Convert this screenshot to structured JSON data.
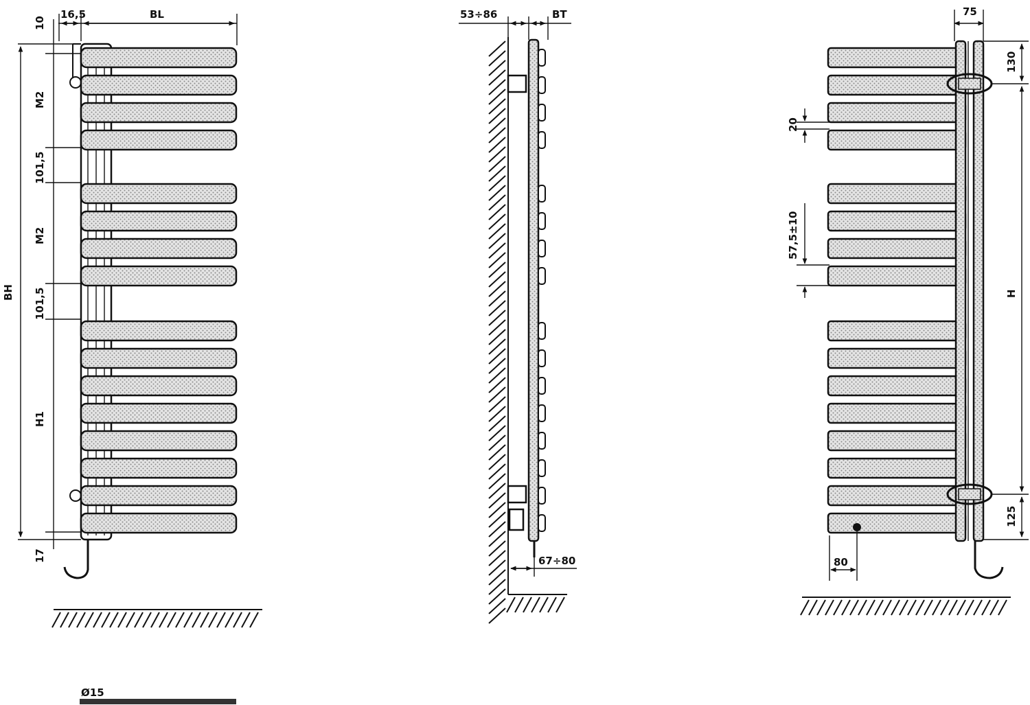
{
  "title": "",
  "front_view": {
    "dims": {
      "d10": "10",
      "d16_5": "16,5",
      "bl": "BL",
      "m2_top": "M2",
      "d101_top": "101,5",
      "m2_mid": "M2",
      "bh": "BH",
      "d101_bot": "101,5",
      "h1": "H1",
      "d17": "17",
      "bottom_label": "Ø15"
    },
    "bar_groups": [
      4,
      4,
      8
    ]
  },
  "side_view": {
    "dims": {
      "wall": "53÷86",
      "bt": "BT",
      "bottom": "67÷80"
    }
  },
  "back_view": {
    "dims": {
      "d75": "75",
      "d130": "130",
      "d20": "20",
      "d57": "57,5±10",
      "h": "H",
      "d125": "125",
      "d80": "80"
    }
  },
  "colors": {
    "line": "#111111",
    "fill": "#dcdcdc"
  }
}
